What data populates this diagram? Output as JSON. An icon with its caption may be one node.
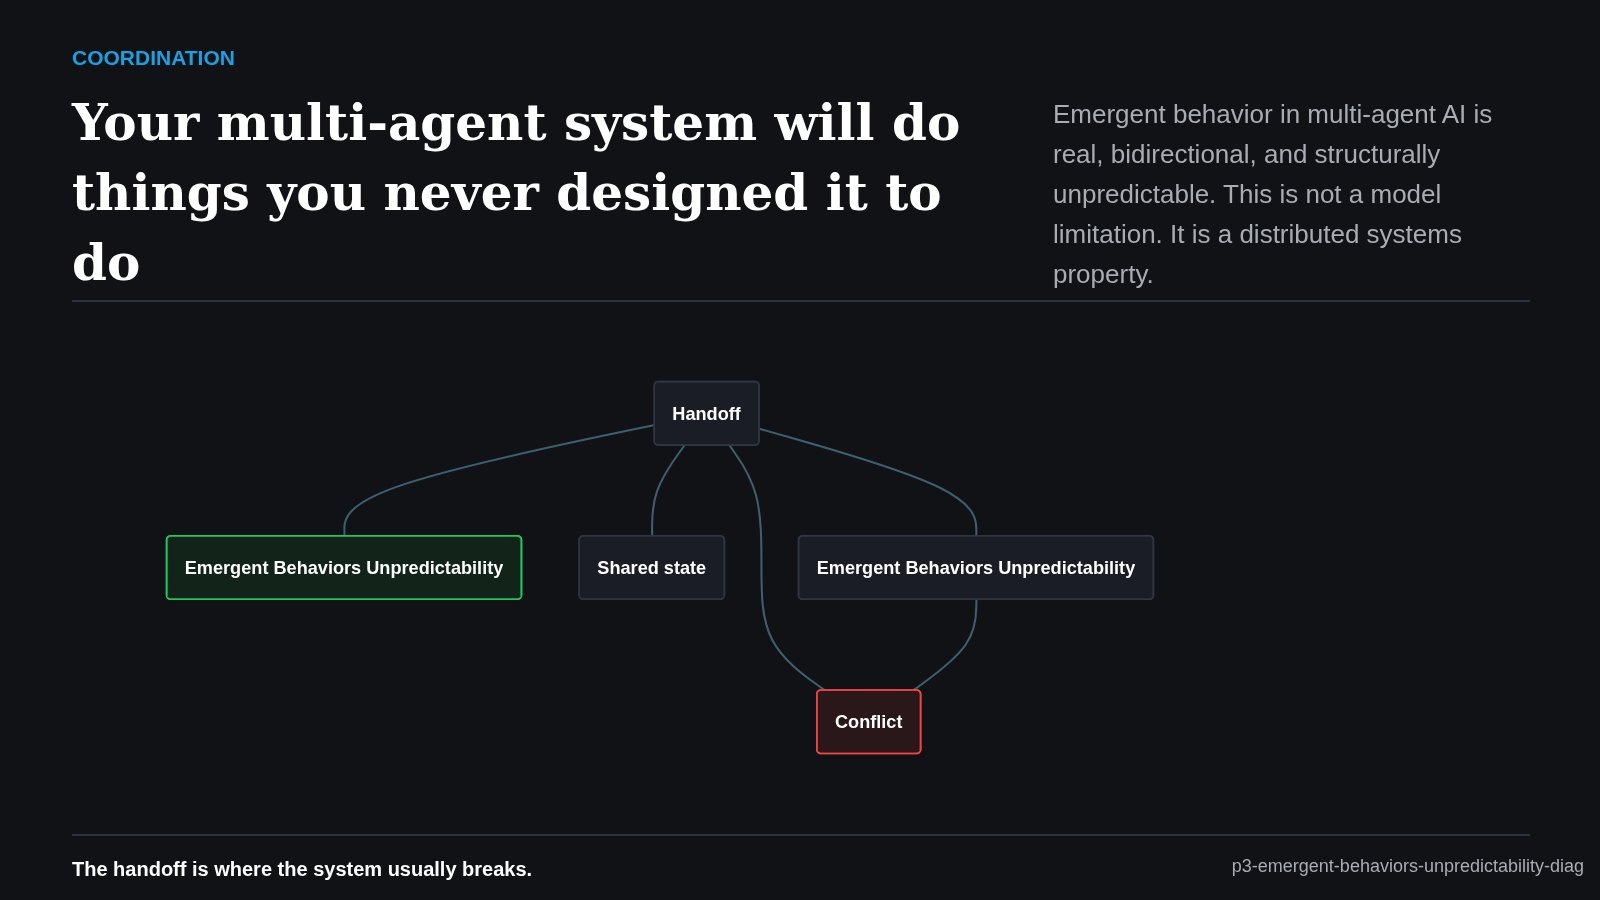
{
  "diagram": {
    "title": "Your multi-agent system will do things you never designed it to do",
    "caption": "The handoff is where the system usually breaks.",
    "nodes": [
      {
        "text": [
          "Handoff"
        ]
      },
      {
        "text": [
          "Emergent Behaviors Unpredictability"
        ]
      },
      {
        "text": [
          "Shared state"
        ]
      },
      {
        "text": [
          "Emergent Behaviors Unpredictability"
        ]
      },
      {
        "text": [
          "Conflict"
        ]
      }
    ],
    "edges": [
      {
        "from": 0,
        "to": 1,
        "arrow": "none"
      },
      {
        "from": 0,
        "to": 2,
        "arrow": "none"
      },
      {
        "from": 0,
        "to": 3,
        "arrow": "none"
      },
      {
        "from": 0,
        "to": 4,
        "arrow": "none"
      },
      {
        "from": 3,
        "to": 4,
        "arrow": "none"
      }
    ],
    "labels": [
      "COORDINATION",
      "Emergent behavior in multi-agent AI is real, bidirectional, and structurally unpredictable. This is not a model limitation. It is a distributed systems property.",
      "p3-emergent-behaviors-unpredictability-diag"
    ]
  }
}
